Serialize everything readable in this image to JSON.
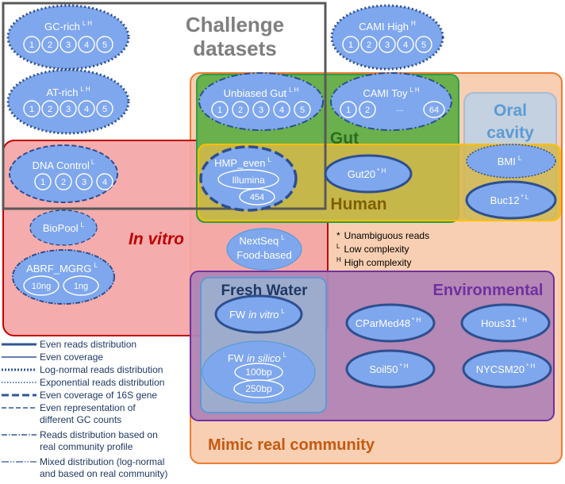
{
  "regions": {
    "challenge": "Challenge datasets",
    "invitro": "In vitro",
    "gut": "Gut",
    "human": "Human",
    "oral": "Oral cavity",
    "freshwater": "Fresh Water",
    "environmental": "Environmental",
    "mimic": "Mimic real community"
  },
  "datasets": {
    "gc_rich": {
      "name": "GC-rich",
      "sup": "L H",
      "subs": [
        "1",
        "2",
        "3",
        "4",
        "5"
      ]
    },
    "at_rich": {
      "name": "AT-rich",
      "sup": "L H",
      "subs": [
        "1",
        "2",
        "3",
        "4",
        "5"
      ]
    },
    "cami_high": {
      "name": "CAMI High",
      "sup": "H",
      "subs": [
        "1",
        "2",
        "3",
        "4",
        "5"
      ]
    },
    "unbiased_gut": {
      "name": "Unbiased Gut",
      "sup": "L H",
      "subs": [
        "1",
        "2",
        "3",
        "4",
        "5"
      ]
    },
    "cami_toy": {
      "name": "CAMI Toy",
      "sup": "L H",
      "subs": [
        "1",
        "2",
        "...",
        "64"
      ]
    },
    "dna_control": {
      "name": "DNA Control",
      "sup": "L",
      "subs": [
        "1",
        "2",
        "3",
        "4"
      ]
    },
    "hmp_even": {
      "name": "HMP_even",
      "sup": "L",
      "subs": [
        "Illumina",
        "454"
      ]
    },
    "gut20": {
      "name": "Gut20",
      "sup": "* H"
    },
    "bmi": {
      "name": "BMI",
      "sup": "L"
    },
    "buc12": {
      "name": "Buc12",
      "sup": "* L"
    },
    "biopool": {
      "name": "BioPool",
      "sup": "L"
    },
    "nextseq": {
      "name": "NextSeq",
      "name2": "Food-based",
      "sup": "L"
    },
    "abrf": {
      "name": "ABRF_MGRG",
      "sup": "L",
      "subs": [
        "10ng",
        "1ng"
      ]
    },
    "fw_invitro": {
      "name": "FW",
      "italic": "in vitro",
      "sup": "L"
    },
    "fw_insilico": {
      "name": "FW",
      "italic": "in silico",
      "sup": "L",
      "subs": [
        "100bp",
        "250bp"
      ]
    },
    "cparmed48": {
      "name": "CParMed48",
      "sup": "* H"
    },
    "hous31": {
      "name": "Hous31",
      "sup": "* H"
    },
    "soil50": {
      "name": "Soil50",
      "sup": "* H"
    },
    "nycsm20": {
      "name": "NYCSM20",
      "sup": "* H"
    }
  },
  "notes": [
    "Unambiguous reads",
    "Low complexity",
    "High complexity"
  ],
  "note_marks": [
    "*",
    "L",
    "H"
  ],
  "legend": [
    {
      "label": "Even reads distribution",
      "style": "thick-solid"
    },
    {
      "label": "Even coverage",
      "style": "solid"
    },
    {
      "label": "Log-normal reads distribution",
      "style": "dotted-thick"
    },
    {
      "label": "Exponential reads distribution",
      "style": "dotted"
    },
    {
      "label": "Even coverage of 16S gene",
      "style": "long-dash"
    },
    {
      "label": "Even representation of different GC counts",
      "label_lines": [
        "Even representation of",
        "different GC counts"
      ],
      "style": "dash"
    },
    {
      "label": "Reads distribution based on real community profile",
      "label_lines": [
        "Reads distribution based on",
        "real community profile"
      ],
      "style": "dash-dot"
    },
    {
      "label": "Mixed distribution (log-normal and based on real community)",
      "label_lines": [
        "Mixed distribution (log-normal",
        "and based on real community)"
      ],
      "style": "dash-dot-thin"
    }
  ],
  "colors": {
    "ellipse_fill": "#7fa7ee",
    "ellipse_stroke": "#2e4f8f",
    "challenge_border": "#595959",
    "invitro_fill": "#f3a6a6",
    "invitro_stroke": "#c00000",
    "mimic_fill": "#f8cfb2",
    "mimic_stroke": "#ed7d31",
    "gut_fill": "#6ab04c",
    "gut_stroke": "#2e9f48",
    "human_fill": "#d6b94a",
    "human_stroke": "#ffc000",
    "oral_fill": "#c4d1e0",
    "environmental_fill": "#b184b5",
    "environmental_stroke": "#7030a0",
    "freshwater_fill": "#9ab0cf",
    "freshwater_stroke": "#5b9bd5"
  }
}
